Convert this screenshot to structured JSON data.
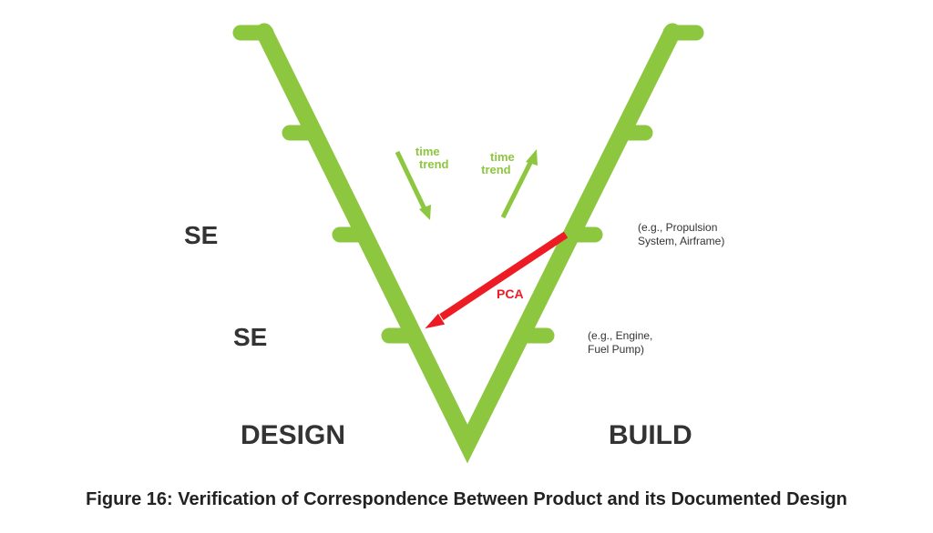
{
  "colors": {
    "v_green": "#8dc63f",
    "pca_red": "#ed1c24",
    "text": "#333333"
  },
  "labels": {
    "se_upper": "SE",
    "se_lower": "SE",
    "design": "DESIGN",
    "build": "BUILD",
    "time_trend_left": [
      "time",
      "trend"
    ],
    "time_trend_right": [
      "time",
      "trend"
    ],
    "pca": "PCA",
    "note_upper": [
      "(e.g., Propulsion",
      "System, Airframe)"
    ],
    "note_lower": [
      "(e.g., Engine,",
      "Fuel Pump)"
    ]
  },
  "caption": "Figure 16: Verification of Correspondence Between Product and its Documented Design"
}
